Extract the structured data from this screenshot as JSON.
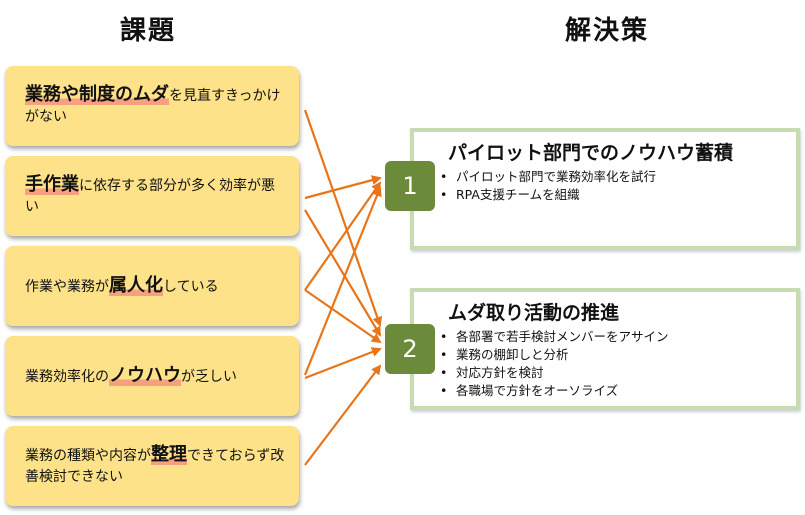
{
  "headings": {
    "issues": "課題",
    "solutions": "解決策"
  },
  "issues": [
    {
      "pre": "",
      "hl": "業務や制度のムダ",
      "post": "を見直すきっかけがない"
    },
    {
      "pre": "",
      "hl": "手作業",
      "post": "に依存する部分が多く効率が悪い"
    },
    {
      "pre": "作業や業務が",
      "hl": "属人化",
      "post": "している"
    },
    {
      "pre": "業務効率化の",
      "hl": "ノウハウ",
      "post": "が乏しい"
    },
    {
      "pre": "業務の種類や内容が",
      "hl": "整理",
      "post": "できておらず改善検討できない"
    }
  ],
  "solutions": [
    {
      "number": "1",
      "title": "パイロット部門でのノウハウ蓄積",
      "bullets": [
        "パイロット部門で業務効率化を試行",
        "RPA支援チームを組織"
      ]
    },
    {
      "number": "2",
      "title": "ムダ取り活動の推進",
      "bullets": [
        "各部署で若手検討メンバーをアサイン",
        "業務の棚卸しと分析",
        "対応方針を検討",
        "各職場で方針をオーソライズ"
      ]
    }
  ],
  "colors": {
    "issue_fill": "#fde28a",
    "arrow": "#e8751a",
    "number_fill": "#6b8a3a",
    "solution_border": "#c8dcb1"
  }
}
